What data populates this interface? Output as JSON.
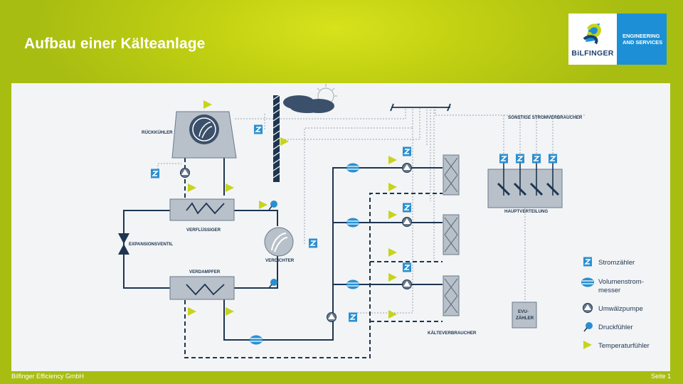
{
  "slide": {
    "title": "Aufbau einer Kälteanlage",
    "footer_left": "Bilfinger Efficiency GmbH",
    "footer_right": "Seite 1"
  },
  "logo": {
    "name": "BiLFINGER",
    "tagline_1": "ENGINEERING",
    "tagline_2": "AND SERVICES"
  },
  "diagram": {
    "labels": {
      "rueckkuehler": "RÜCKKÜHLER",
      "verfluessiger": "VERFLÜSSIGER",
      "expansionsventil": "EXPANSIONSVENTIL",
      "verdampfer": "VERDAMPFER",
      "verdichter": "VERDICHTER",
      "kaelteverbraucher": "KÄLTEVERBRAUCHER",
      "sonstige": "SONSTIGE STROMVERBRAUCHER",
      "hauptverteilung": "HAUPTVERTEILUNG",
      "evu_1": "EVU-",
      "evu_2": "ZÄHLER",
      "z": "Z"
    },
    "legend": {
      "stromzaehler": "Stromzähler",
      "volumenstrom_1": "Volumenstrom-",
      "volumenstrom_2": "messer",
      "umwaelzpumpe": "Umwälzpumpe",
      "druckfuehler": "Druckfühler",
      "temperaturfuehler": "Temperaturfühler"
    }
  },
  "colors": {
    "background": "#a9be12",
    "panel": "#f2f4f6",
    "line": "#1e3550",
    "meter": "#2a8fd0",
    "sensor": "#c7d41b",
    "component": "#b8c0c9"
  }
}
